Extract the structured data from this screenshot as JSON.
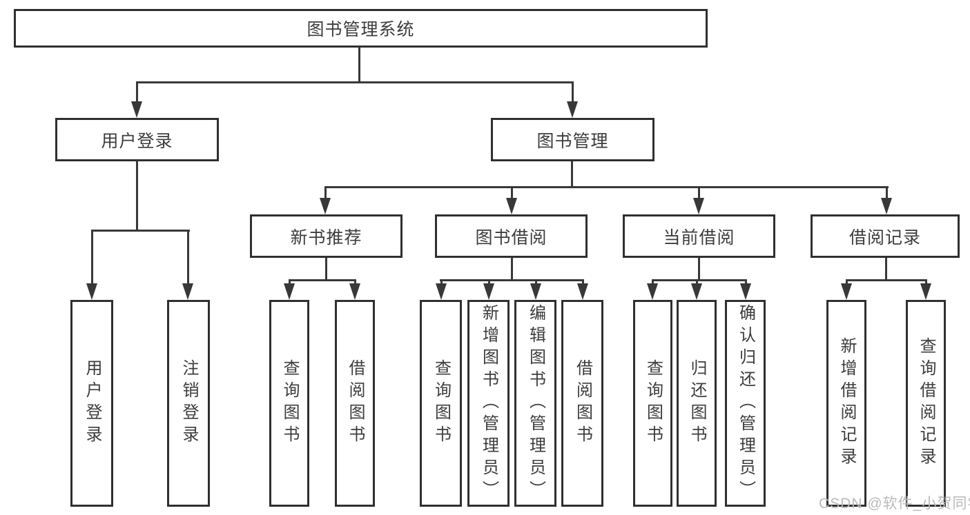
{
  "colors": {
    "line": "#383838",
    "border": "#2f2f2f",
    "text": "#3c3c3c",
    "node-bg": "#ffffff",
    "page-bg": "#ffffff",
    "watermark": "#b9b9b9"
  },
  "diagram": {
    "root": {
      "label": "图书管理系统"
    },
    "user_login": {
      "label": "用户登录",
      "children": [
        "用户登录",
        "注销登录"
      ]
    },
    "book_management": {
      "label": "图书管理"
    },
    "modules": [
      {
        "label": "新书推荐",
        "children": [
          "查询图书",
          "借阅图书"
        ]
      },
      {
        "label": "图书借阅",
        "children": [
          "查询图书",
          "新增图书（管理员）",
          "编辑图书（管理员）",
          "借阅图书"
        ]
      },
      {
        "label": "当前借阅",
        "children": [
          "查询图书",
          "归还图书",
          "确认归还（管理员）"
        ]
      },
      {
        "label": "借阅记录",
        "children": [
          "新增借阅记录",
          "查询借阅记录"
        ]
      }
    ]
  },
  "watermark": "CSDN @软件_小贺同学"
}
